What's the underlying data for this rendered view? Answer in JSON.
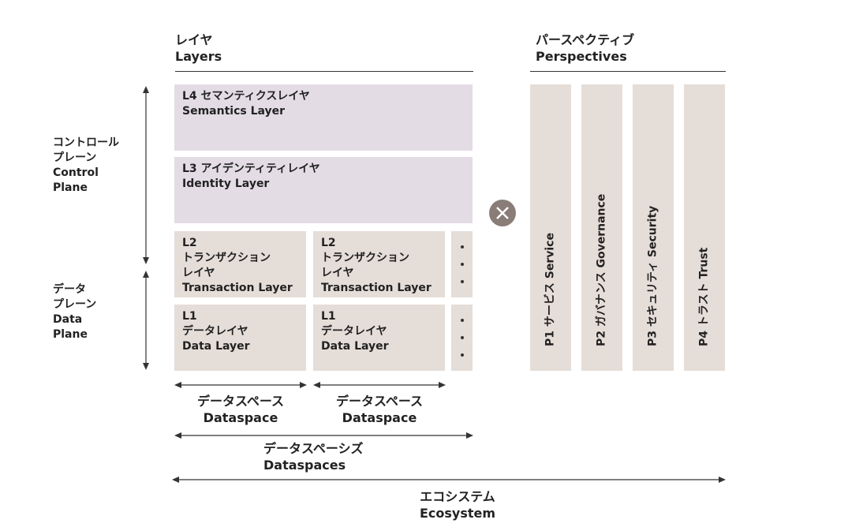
{
  "layers_heading": {
    "ja": "レイヤ",
    "en": "Layers"
  },
  "perspectives_heading": {
    "ja": "パースペクティブ",
    "en": "Perspectives"
  },
  "planes": {
    "control": [
      "コントロール",
      "プレーン",
      "Control",
      "Plane"
    ],
    "data": [
      "データ",
      "プレーン",
      "Data",
      "Plane"
    ]
  },
  "layers": {
    "l4": [
      "L4 セマンティクスレイヤ",
      "Semantics Layer"
    ],
    "l3": [
      "L3 アイデンティティレイヤ",
      "Identity Layer"
    ],
    "l2": [
      "L2",
      "トランザクション",
      "レイヤ",
      "Transaction Layer"
    ],
    "l1": [
      "L1",
      "データレイヤ",
      "Data Layer"
    ]
  },
  "perspectives": [
    "P1 サービス Service",
    "P2 ガバナンス Governance",
    "P3 セキュリティ Security",
    "P4 トラスト Trust"
  ],
  "operator_icon": "circle-times-icon",
  "dataspace": {
    "ja": "データスペース",
    "en": "Dataspace"
  },
  "dataspaces": {
    "ja": "データスペーシズ",
    "en": "Dataspaces"
  },
  "ecosystem": {
    "ja": "エコシステム",
    "en": "Ecosystem"
  },
  "colors": {
    "lavender": "#e3dce5",
    "beige": "#e5ddd8",
    "operator": "#8a7d78",
    "line": "#333333"
  }
}
